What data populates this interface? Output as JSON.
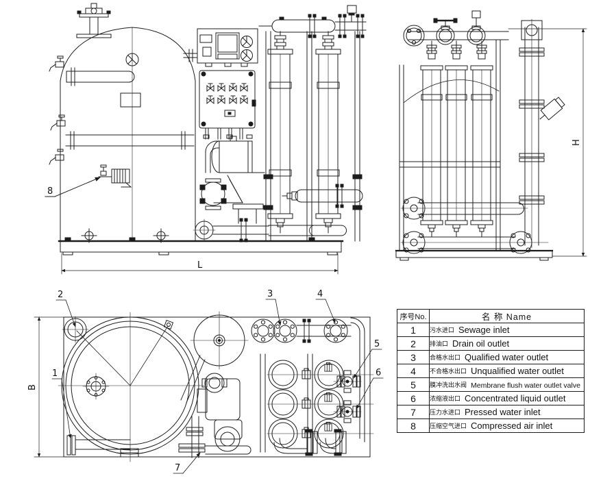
{
  "drawing": {
    "dimensions": {
      "length": "L",
      "height": "H",
      "breadth": "B"
    },
    "callouts": {
      "c1": "1",
      "c2": "2",
      "c3": "3",
      "c4": "4",
      "c5": "5",
      "c6": "6",
      "c7": "7",
      "c8": "8"
    },
    "line_color": "#1c1c1c",
    "background": "#ffffff"
  },
  "table": {
    "header": {
      "no": "序号No.",
      "name": "名  称 Name"
    },
    "rows": [
      {
        "no": "1",
        "cn": "污水进口",
        "en": "Sewage inlet"
      },
      {
        "no": "2",
        "cn": "排油口",
        "en": "Drain oil outlet"
      },
      {
        "no": "3",
        "cn": "合格水出口",
        "en": "Qualified water outlet"
      },
      {
        "no": "4",
        "cn": "不合格水出口",
        "en": "Unqualified water outlet"
      },
      {
        "no": "5",
        "cn": "膜冲洗出水阀",
        "en": "Membrane flush water outlet valve"
      },
      {
        "no": "6",
        "cn": "浓缩液出口",
        "en": "Concentrated liquid outlet"
      },
      {
        "no": "7",
        "cn": "压力水进口",
        "en": "Pressed water inlet"
      },
      {
        "no": "8",
        "cn": "压缩空气进口",
        "en": "Compressed air inlet"
      }
    ]
  }
}
